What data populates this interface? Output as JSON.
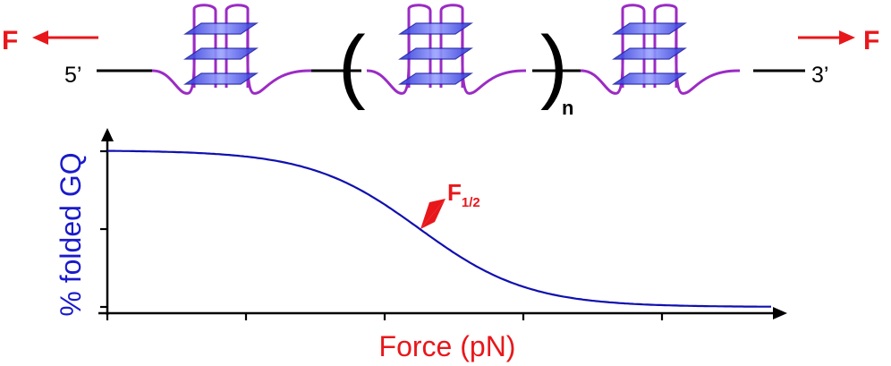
{
  "colors": {
    "force": "#e8171b",
    "curve": "#1010b0",
    "ylabel": "#1a1acc",
    "xlabel": "#e8171b",
    "loop": "#9b2bc4",
    "tetrad_fill": "#5a63f0",
    "tetrad_edge": "#2222a8",
    "strand": "#000000"
  },
  "schematic": {
    "force_left": "F",
    "force_right": "F",
    "five_prime": "5’",
    "three_prime": "3’",
    "repeat_symbol": "n",
    "paren_open": "(",
    "paren_close": ")",
    "quadruplex_count": 3,
    "tetrads_per_quadruplex": 3
  },
  "chart_data": {
    "type": "line",
    "ylabel": "% folded GQ",
    "xlabel": "Force (pN)",
    "annotation": {
      "main": "F",
      "sub": "1/2"
    },
    "x_ticks": 5,
    "y_ticks": 3,
    "series": [
      {
        "name": "",
        "shape": "sigmoid",
        "x": [
          0,
          0.1,
          0.2,
          0.3,
          0.4,
          0.45,
          0.5,
          0.55,
          0.6,
          0.7,
          0.8,
          0.9,
          1.0
        ],
        "y": [
          1.0,
          0.99,
          0.96,
          0.88,
          0.7,
          0.59,
          0.47,
          0.36,
          0.26,
          0.12,
          0.05,
          0.02,
          0.005
        ]
      }
    ]
  }
}
